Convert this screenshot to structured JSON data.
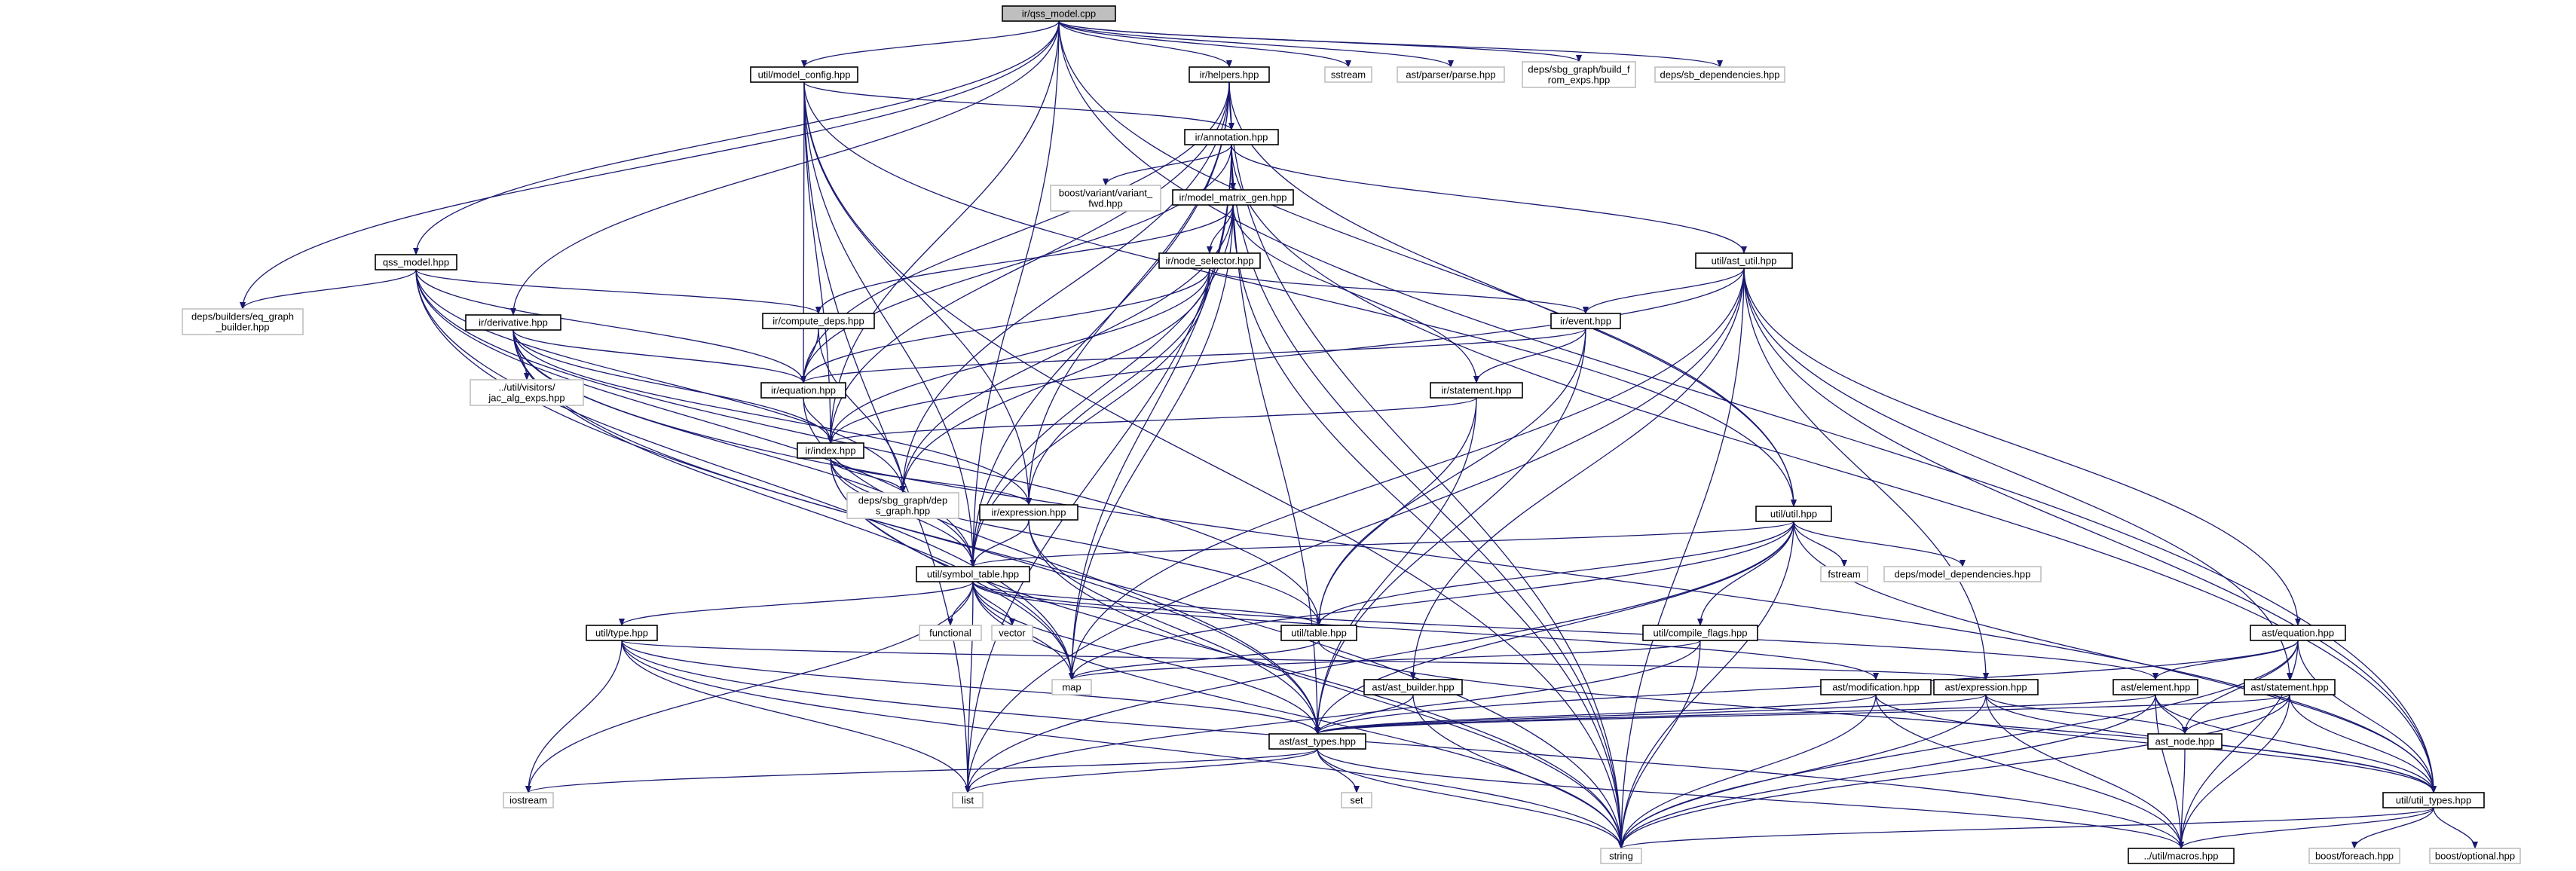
{
  "diagram": {
    "type": "include-dependency-graph",
    "colors": {
      "edge": "#191970",
      "node_border": "#000000",
      "external_border": "#bfbfbf",
      "root_fill": "#bfbfbf",
      "node_fill": "#ffffff",
      "text": "#000000"
    },
    "nodes": [
      {
        "id": "root",
        "label": "ir/qss_model.cpp",
        "kind": "root"
      },
      {
        "id": "model_config",
        "label": "util/model_config.hpp",
        "kind": "file"
      },
      {
        "id": "helpers",
        "label": "ir/helpers.hpp",
        "kind": "file"
      },
      {
        "id": "sstream",
        "label": "sstream",
        "kind": "external"
      },
      {
        "id": "parse",
        "label": "ast/parser/parse.hpp",
        "kind": "external"
      },
      {
        "id": "build_from_exps",
        "label": "deps/sbg_graph/build_from_exps.hpp",
        "kind": "external"
      },
      {
        "id": "sb_dependencies",
        "label": "deps/sb_dependencies.hpp",
        "kind": "external"
      },
      {
        "id": "annotation",
        "label": "ir/annotation.hpp",
        "kind": "file"
      },
      {
        "id": "variant_fwd",
        "label": "boost/variant/variant_fwd.hpp",
        "kind": "external"
      },
      {
        "id": "matrix_gen",
        "label": "ir/model_matrix_gen.hpp",
        "kind": "file"
      },
      {
        "id": "qss_model_hpp",
        "label": "qss_model.hpp",
        "kind": "file"
      },
      {
        "id": "node_selector",
        "label": "ir/node_selector.hpp",
        "kind": "file"
      },
      {
        "id": "ast_util",
        "label": "util/ast_util.hpp",
        "kind": "file"
      },
      {
        "id": "eq_graph_builder",
        "label": "deps/builders/eq_graph_builder.hpp",
        "kind": "external"
      },
      {
        "id": "derivative",
        "label": "ir/derivative.hpp",
        "kind": "file"
      },
      {
        "id": "compute_deps",
        "label": "ir/compute_deps.hpp",
        "kind": "file"
      },
      {
        "id": "event",
        "label": "ir/event.hpp",
        "kind": "file"
      },
      {
        "id": "jac_alg_exps",
        "label": "../util/visitors/jac_alg_exps.hpp",
        "kind": "external"
      },
      {
        "id": "equation_ir",
        "label": "ir/equation.hpp",
        "kind": "file"
      },
      {
        "id": "statement_ir",
        "label": "ir/statement.hpp",
        "kind": "file"
      },
      {
        "id": "index",
        "label": "ir/index.hpp",
        "kind": "file"
      },
      {
        "id": "deps_graph",
        "label": "deps/sbg_graph/deps_graph.hpp",
        "kind": "external"
      },
      {
        "id": "expression_ir",
        "label": "ir/expression.hpp",
        "kind": "file"
      },
      {
        "id": "util_util",
        "label": "util/util.hpp",
        "kind": "file"
      },
      {
        "id": "fstream",
        "label": "fstream",
        "kind": "external"
      },
      {
        "id": "model_dependencies",
        "label": "deps/model_dependencies.hpp",
        "kind": "external"
      },
      {
        "id": "symbol_table",
        "label": "util/symbol_table.hpp",
        "kind": "file"
      },
      {
        "id": "type",
        "label": "util/type.hpp",
        "kind": "file"
      },
      {
        "id": "functional",
        "label": "functional",
        "kind": "external"
      },
      {
        "id": "vector",
        "label": "vector",
        "kind": "external"
      },
      {
        "id": "table",
        "label": "util/table.hpp",
        "kind": "file"
      },
      {
        "id": "compile_flags",
        "label": "util/compile_flags.hpp",
        "kind": "file"
      },
      {
        "id": "ast_equation",
        "label": "ast/equation.hpp",
        "kind": "file"
      },
      {
        "id": "map",
        "label": "map",
        "kind": "external"
      },
      {
        "id": "ast_builder",
        "label": "ast/ast_builder.hpp",
        "kind": "file"
      },
      {
        "id": "ast_modification",
        "label": "ast/modification.hpp",
        "kind": "file"
      },
      {
        "id": "ast_expression",
        "label": "ast/expression.hpp",
        "kind": "file"
      },
      {
        "id": "ast_element",
        "label": "ast/element.hpp",
        "kind": "file"
      },
      {
        "id": "ast_statement",
        "label": "ast/statement.hpp",
        "kind": "file"
      },
      {
        "id": "ast_types",
        "label": "ast/ast_types.hpp",
        "kind": "file"
      },
      {
        "id": "ast_node",
        "label": "ast_node.hpp",
        "kind": "file"
      },
      {
        "id": "iostream",
        "label": "iostream",
        "kind": "external"
      },
      {
        "id": "list",
        "label": "list",
        "kind": "external"
      },
      {
        "id": "set",
        "label": "set",
        "kind": "external"
      },
      {
        "id": "util_types",
        "label": "util/util_types.hpp",
        "kind": "file"
      },
      {
        "id": "string",
        "label": "string",
        "kind": "external"
      },
      {
        "id": "macros",
        "label": "../util/macros.hpp",
        "kind": "file"
      },
      {
        "id": "boost_foreach",
        "label": "boost/foreach.hpp",
        "kind": "external"
      },
      {
        "id": "boost_optional",
        "label": "boost/optional.hpp",
        "kind": "external"
      }
    ],
    "edges": [
      [
        "root",
        "model_config"
      ],
      [
        "root",
        "helpers"
      ],
      [
        "root",
        "sstream"
      ],
      [
        "root",
        "parse"
      ],
      [
        "root",
        "build_from_exps"
      ],
      [
        "root",
        "sb_dependencies"
      ],
      [
        "root",
        "qss_model_hpp"
      ],
      [
        "root",
        "eq_graph_builder"
      ],
      [
        "root",
        "derivative"
      ],
      [
        "root",
        "symbol_table"
      ],
      [
        "root",
        "index"
      ],
      [
        "root",
        "util_util"
      ],
      [
        "root",
        "util_types"
      ],
      [
        "model_config",
        "annotation"
      ],
      [
        "model_config",
        "string"
      ],
      [
        "model_config",
        "equation_ir"
      ],
      [
        "model_config",
        "index"
      ],
      [
        "model_config",
        "expression_ir"
      ],
      [
        "model_config",
        "symbol_table"
      ],
      [
        "model_config",
        "util_util"
      ],
      [
        "model_config",
        "list"
      ],
      [
        "helpers",
        "annotation"
      ],
      [
        "helpers",
        "equation_ir"
      ],
      [
        "helpers",
        "index"
      ],
      [
        "helpers",
        "expression_ir"
      ],
      [
        "helpers",
        "symbol_table"
      ],
      [
        "helpers",
        "util_util"
      ],
      [
        "helpers",
        "string"
      ],
      [
        "helpers",
        "deps_graph"
      ],
      [
        "annotation",
        "variant_fwd"
      ],
      [
        "annotation",
        "matrix_gen"
      ],
      [
        "annotation",
        "ast_util"
      ],
      [
        "annotation",
        "util_types"
      ],
      [
        "annotation",
        "map"
      ],
      [
        "annotation",
        "string"
      ],
      [
        "annotation",
        "ast_types"
      ],
      [
        "annotation",
        "list"
      ],
      [
        "annotation",
        "equation_ir"
      ],
      [
        "matrix_gen",
        "node_selector"
      ],
      [
        "matrix_gen",
        "compute_deps"
      ],
      [
        "matrix_gen",
        "statement_ir"
      ],
      [
        "matrix_gen",
        "deps_graph"
      ],
      [
        "matrix_gen",
        "symbol_table"
      ],
      [
        "matrix_gen",
        "map"
      ],
      [
        "matrix_gen",
        "string"
      ],
      [
        "qss_model_hpp",
        "eq_graph_builder"
      ],
      [
        "qss_model_hpp",
        "compute_deps"
      ],
      [
        "qss_model_hpp",
        "equation_ir"
      ],
      [
        "qss_model_hpp",
        "deps_graph"
      ],
      [
        "qss_model_hpp",
        "symbol_table"
      ],
      [
        "qss_model_hpp",
        "string"
      ],
      [
        "qss_model_hpp",
        "map"
      ],
      [
        "qss_model_hpp",
        "table"
      ],
      [
        "node_selector",
        "event"
      ],
      [
        "node_selector",
        "equation_ir"
      ],
      [
        "node_selector",
        "index"
      ],
      [
        "node_selector",
        "deps_graph"
      ],
      [
        "node_selector",
        "expression_ir"
      ],
      [
        "node_selector",
        "symbol_table"
      ],
      [
        "ast_util",
        "event"
      ],
      [
        "ast_util",
        "ast_equation"
      ],
      [
        "ast_util",
        "ast_statement"
      ],
      [
        "ast_util",
        "ast_expression"
      ],
      [
        "ast_util",
        "ast_builder"
      ],
      [
        "ast_util",
        "util_types"
      ],
      [
        "ast_util",
        "string"
      ],
      [
        "ast_util",
        "map"
      ],
      [
        "ast_util",
        "list"
      ],
      [
        "ast_util",
        "index"
      ],
      [
        "derivative",
        "jac_alg_exps"
      ],
      [
        "derivative",
        "equation_ir"
      ],
      [
        "derivative",
        "index"
      ],
      [
        "derivative",
        "expression_ir"
      ],
      [
        "derivative",
        "symbol_table"
      ],
      [
        "derivative",
        "ast_types"
      ],
      [
        "derivative",
        "map"
      ],
      [
        "derivative",
        "util_types"
      ],
      [
        "compute_deps",
        "equation_ir"
      ],
      [
        "compute_deps",
        "deps_graph"
      ],
      [
        "event",
        "statement_ir"
      ],
      [
        "event",
        "equation_ir"
      ],
      [
        "event",
        "table"
      ],
      [
        "event",
        "ast_types"
      ],
      [
        "equation_ir",
        "index"
      ],
      [
        "equation_ir",
        "ast_types"
      ],
      [
        "statement_ir",
        "index"
      ],
      [
        "statement_ir",
        "table"
      ],
      [
        "statement_ir",
        "ast_types"
      ],
      [
        "index",
        "deps_graph"
      ],
      [
        "index",
        "expression_ir"
      ],
      [
        "index",
        "symbol_table"
      ],
      [
        "index",
        "string"
      ],
      [
        "index",
        "table"
      ],
      [
        "index",
        "map"
      ],
      [
        "expression_ir",
        "symbol_table"
      ],
      [
        "expression_ir",
        "ast_types"
      ],
      [
        "expression_ir",
        "string"
      ],
      [
        "util_util",
        "fstream"
      ],
      [
        "util_util",
        "model_dependencies"
      ],
      [
        "util_util",
        "compile_flags"
      ],
      [
        "util_util",
        "symbol_table"
      ],
      [
        "util_util",
        "table"
      ],
      [
        "util_util",
        "ast_types"
      ],
      [
        "util_util",
        "map"
      ],
      [
        "util_util",
        "string"
      ],
      [
        "util_util",
        "list"
      ],
      [
        "util_util",
        "util_types"
      ],
      [
        "symbol_table",
        "type"
      ],
      [
        "symbol_table",
        "functional"
      ],
      [
        "symbol_table",
        "vector"
      ],
      [
        "symbol_table",
        "table"
      ],
      [
        "symbol_table",
        "map"
      ],
      [
        "symbol_table",
        "ast_types"
      ],
      [
        "symbol_table",
        "iostream"
      ],
      [
        "symbol_table",
        "list"
      ],
      [
        "symbol_table",
        "string"
      ],
      [
        "symbol_table",
        "ast_modification"
      ],
      [
        "symbol_table",
        "ast_element"
      ],
      [
        "type",
        "iostream"
      ],
      [
        "type",
        "list"
      ],
      [
        "type",
        "string"
      ],
      [
        "type",
        "ast_types"
      ],
      [
        "type",
        "ast_expression"
      ],
      [
        "type",
        "macros"
      ],
      [
        "table",
        "map"
      ],
      [
        "table",
        "util_types"
      ],
      [
        "compile_flags",
        "map"
      ],
      [
        "compile_flags",
        "string"
      ],
      [
        "compile_flags",
        "list"
      ],
      [
        "ast_equation",
        "ast_element"
      ],
      [
        "ast_equation",
        "ast_node"
      ],
      [
        "ast_equation",
        "util_types"
      ],
      [
        "ast_equation",
        "ast_types"
      ],
      [
        "ast_equation",
        "string"
      ],
      [
        "ast_equation",
        "macros"
      ],
      [
        "ast_builder",
        "ast_types"
      ],
      [
        "ast_builder",
        "string"
      ],
      [
        "ast_modification",
        "ast_types"
      ],
      [
        "ast_modification",
        "util_types"
      ],
      [
        "ast_modification",
        "string"
      ],
      [
        "ast_modification",
        "macros"
      ],
      [
        "ast_expression",
        "ast_types"
      ],
      [
        "ast_expression",
        "ast_node"
      ],
      [
        "ast_expression",
        "util_types"
      ],
      [
        "ast_expression",
        "string"
      ],
      [
        "ast_expression",
        "macros"
      ],
      [
        "ast_element",
        "ast_node"
      ],
      [
        "ast_element",
        "ast_types"
      ],
      [
        "ast_element",
        "util_types"
      ],
      [
        "ast_element",
        "string"
      ],
      [
        "ast_element",
        "macros"
      ],
      [
        "ast_statement",
        "ast_node"
      ],
      [
        "ast_statement",
        "util_types"
      ],
      [
        "ast_statement",
        "ast_types"
      ],
      [
        "ast_statement",
        "string"
      ],
      [
        "ast_statement",
        "macros"
      ],
      [
        "ast_types",
        "iostream"
      ],
      [
        "ast_types",
        "list"
      ],
      [
        "ast_types",
        "set"
      ],
      [
        "ast_types",
        "string"
      ],
      [
        "ast_types",
        "macros"
      ],
      [
        "ast_node",
        "macros"
      ],
      [
        "util_types",
        "string"
      ],
      [
        "util_types",
        "macros"
      ],
      [
        "util_types",
        "boost_foreach"
      ],
      [
        "util_types",
        "boost_optional"
      ]
    ]
  }
}
